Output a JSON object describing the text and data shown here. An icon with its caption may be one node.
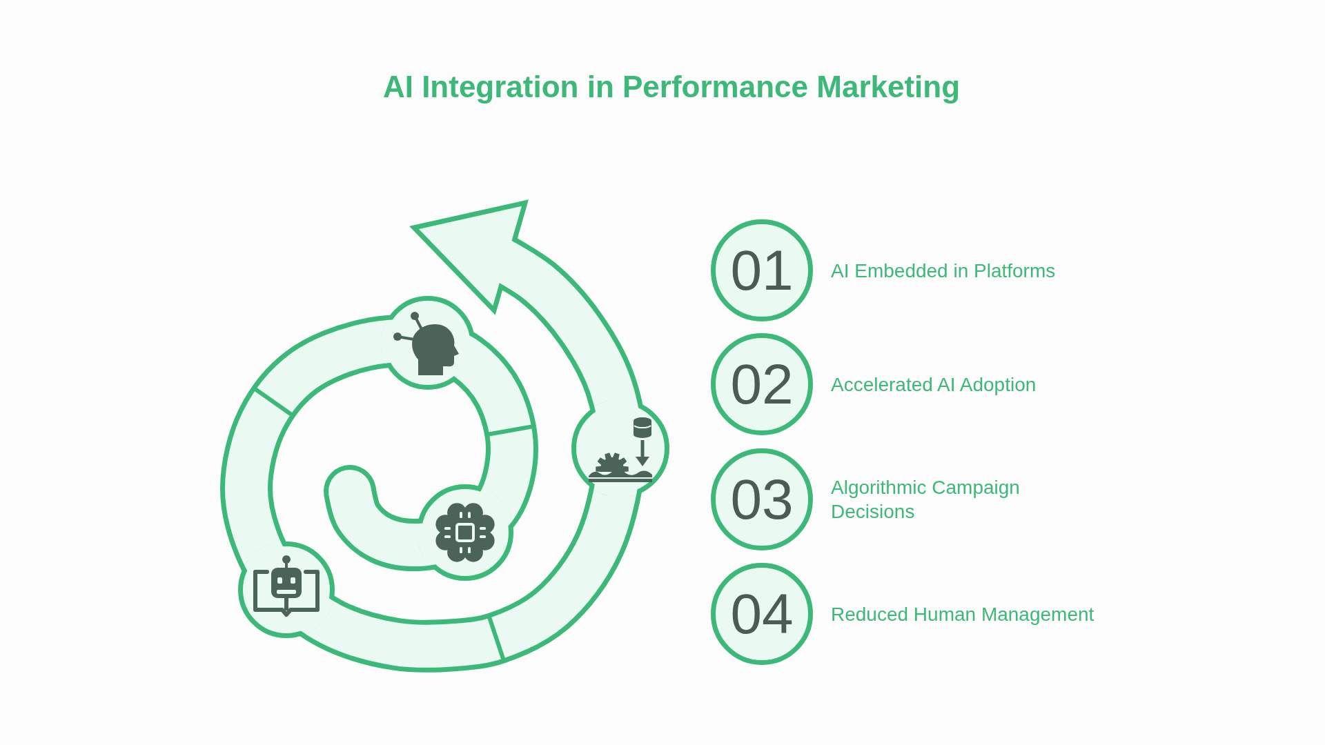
{
  "diagram": {
    "title": "AI Integration in Performance Marketing",
    "nodes": [
      {
        "text": [],
        "shape": "circle"
      },
      {
        "text": [],
        "shape": "circle"
      },
      {
        "text": [],
        "shape": "circle"
      },
      {
        "text": [],
        "shape": "circle"
      },
      {
        "text": [
          "01"
        ],
        "beside": [
          "AI Embedded in Platforms"
        ]
      },
      {
        "text": [
          "02"
        ],
        "beside": [
          "Accelerated AI Adoption"
        ]
      },
      {
        "text": [
          "03"
        ],
        "beside": [
          "Algorithmic Campaign Decisions"
        ]
      },
      {
        "text": [
          "04"
        ],
        "beside": [
          "Reduced Human Management"
        ]
      }
    ]
  }
}
